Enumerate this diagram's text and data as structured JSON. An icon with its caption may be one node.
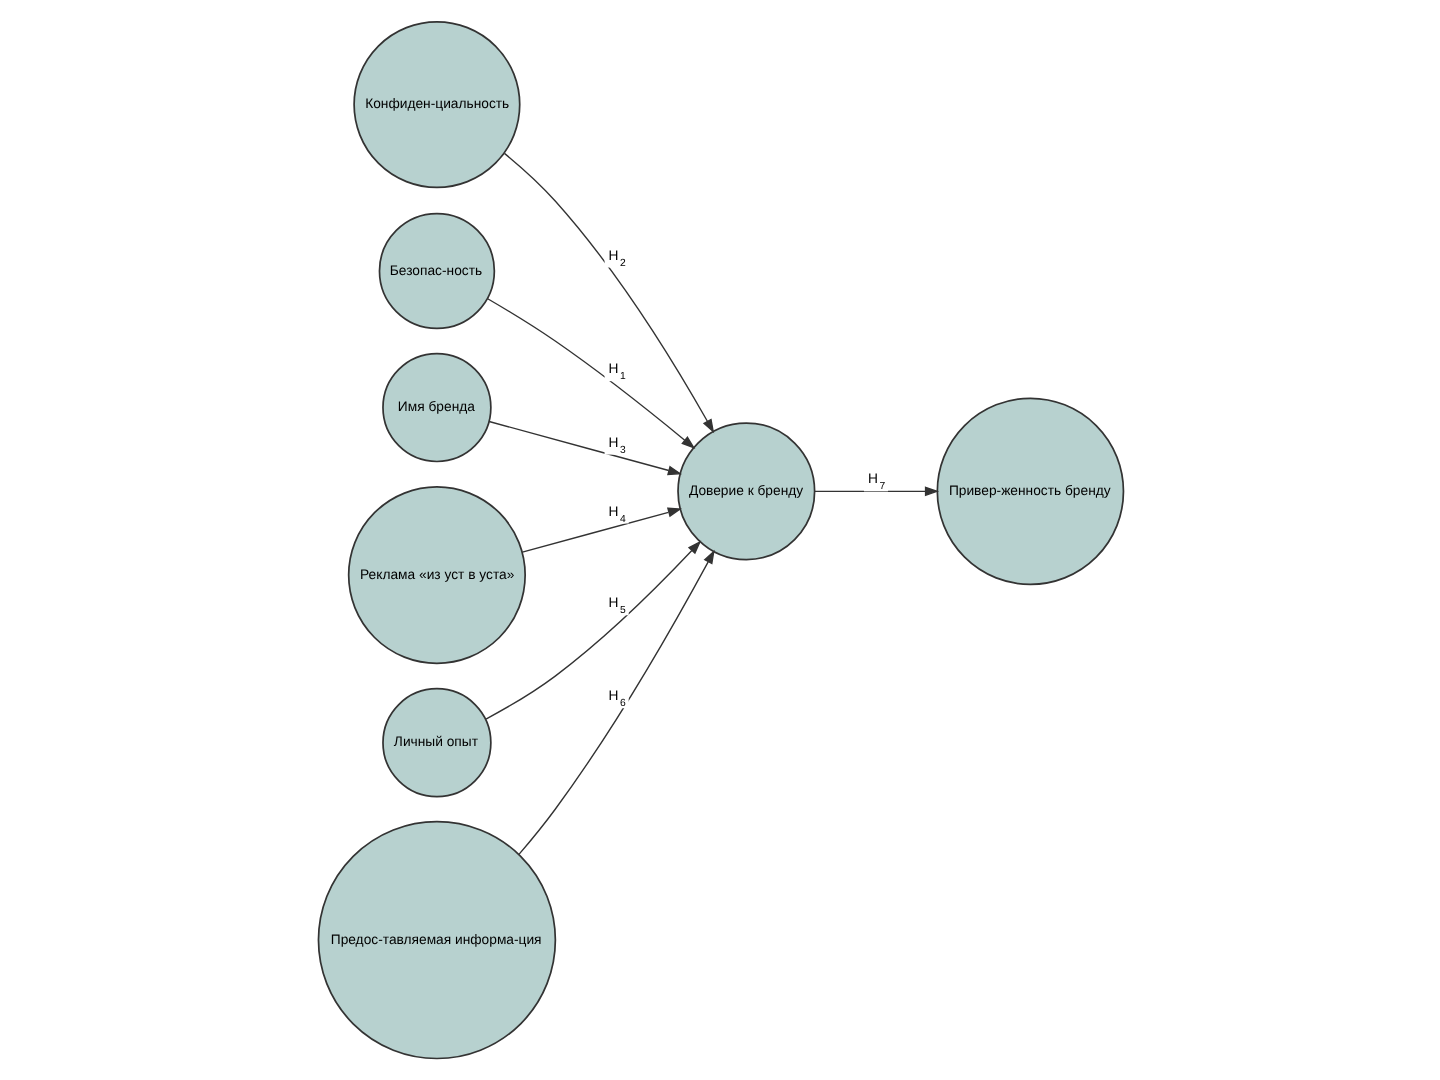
{
  "diagram": {
    "nodes": [
      {
        "text": [
          "Конфиден-циальность"
        ]
      },
      {
        "text": [
          "Безопас-ность"
        ]
      },
      {
        "text": [
          "Имя бренда"
        ]
      },
      {
        "text": [
          "Реклама «из уст в уста»"
        ]
      },
      {
        "text": [
          "Личный опыт"
        ]
      },
      {
        "text": [
          "Предос-тавляемая информа-ция"
        ]
      },
      {
        "text": [
          "Доверие к бренду"
        ]
      },
      {
        "text": [
          "Привер-женность бренду"
        ]
      }
    ],
    "edges": [
      {
        "from": 1,
        "to": 6,
        "arrow": "to",
        "label": "H$_{1}$"
      },
      {
        "from": 0,
        "to": 6,
        "arrow": "to",
        "label": "H$_{2}$"
      },
      {
        "from": 2,
        "to": 6,
        "arrow": "to",
        "label": "H$_{3}$"
      },
      {
        "from": 3,
        "to": 6,
        "arrow": "to",
        "label": "H$_{4}$"
      },
      {
        "from": 4,
        "to": 6,
        "arrow": "to",
        "label": "H$_{5}$"
      },
      {
        "from": 5,
        "to": 6,
        "arrow": "to",
        "label": "H$_{6}$"
      },
      {
        "from": 6,
        "to": 7,
        "arrow": "to",
        "label": "H$_{7}$"
      }
    ]
  }
}
